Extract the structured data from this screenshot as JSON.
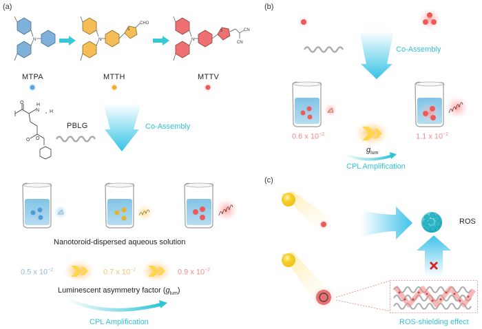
{
  "colors": {
    "blue": "#6fa9d6",
    "yellow": "#f2b94a",
    "red": "#ef6b6b",
    "teal": "#2ec4d6",
    "value_blue": "#8fbbe0",
    "value_yellow": "#f0c36a",
    "value_red": "#ef8a8a"
  },
  "panel_a": {
    "label": "(a)",
    "molecules": [
      {
        "name": "MTPA",
        "color": "blue"
      },
      {
        "name": "MTTH",
        "color": "yellow",
        "substituent": "CHO"
      },
      {
        "name": "MTTV",
        "color": "red",
        "substituent_1": "CN",
        "substituent_2": "CN"
      }
    ],
    "polymer": {
      "name": "PBLG",
      "atoms": {
        "o1": "O",
        "nh": "H",
        "n_label": "N",
        "h_end": "H",
        "n_sub": "n",
        "o2": "O",
        "o3": "O"
      }
    },
    "co_assembly_label": "Co-Assembly",
    "solution_caption": "Nanotoroid-dispersed aqueous solution",
    "glum_values": [
      {
        "mantissa": "0.5 x 10",
        "exponent": "−2",
        "color": "value_blue"
      },
      {
        "mantissa": "0.7 x 10",
        "exponent": "−2",
        "color": "value_yellow"
      },
      {
        "mantissa": "0.9 x 10",
        "exponent": "−2",
        "color": "value_red"
      }
    ],
    "factor_caption_prefix": "Luminescent asymmetry factor (",
    "factor_caption_symbol": "g",
    "factor_caption_sub": "lum",
    "factor_caption_suffix": ")",
    "cpl_label": "CPL Amplification"
  },
  "panel_b": {
    "label": "(b)",
    "co_assembly_label": "Co-Assembly",
    "glum_left": {
      "mantissa": "0.6 x 10",
      "exponent": "−2"
    },
    "glum_right": {
      "mantissa": "1.1 x 10",
      "exponent": "−2"
    },
    "glum_symbol": "g",
    "glum_sub": "lum",
    "cpl_label": "CPL Amplification"
  },
  "panel_c": {
    "label": "(c)",
    "ros_label": "ROS",
    "shielding_label": "ROS-shielding effect"
  }
}
